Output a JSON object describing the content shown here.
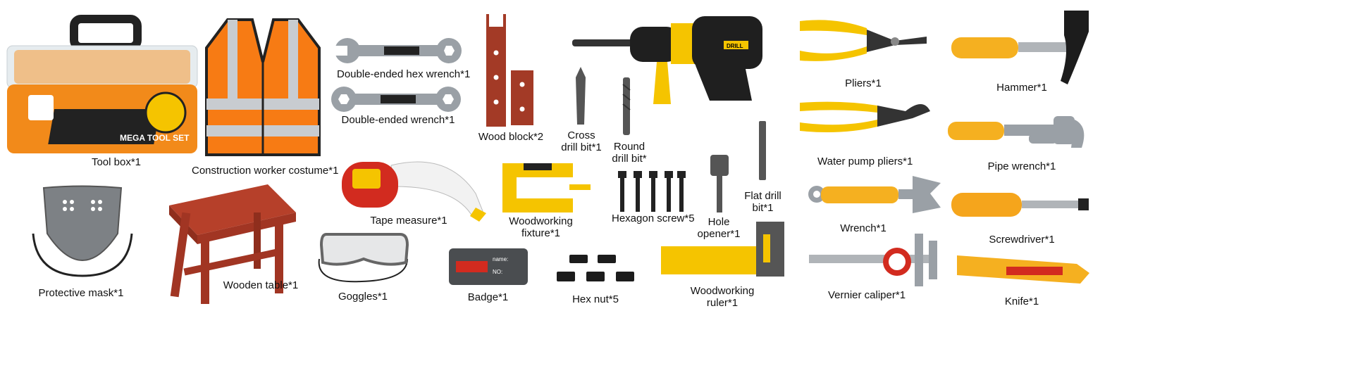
{
  "labels": {
    "toolbox": "Tool box*1",
    "vest": "Construction worker costume*1",
    "hex_wrench": "Double-ended hex wrench*1",
    "double_wrench": "Double-ended wrench*1",
    "wood_block": "Wood block*2",
    "cross_bit_1": "Cross",
    "cross_bit_2": "drill bit*1",
    "round_bit_1": "Round",
    "round_bit_2": "drill bit*",
    "pliers": "Pliers*1",
    "hammer": "Hammer*1",
    "water_pump": "Water pump pliers*1",
    "pipe_wrench": "Pipe wrench*1",
    "tape": "Tape measure*1",
    "fixture_1": "Woodworking",
    "fixture_2": "fixture*1",
    "hex_screw": "Hexagon screw*5",
    "hole_1": "Hole",
    "hole_2": "opener*1",
    "flat_bit_1": "Flat drill",
    "flat_bit_2": "bit*1",
    "wrench": "Wrench*1",
    "screwdriver": "Screwdriver*1",
    "mask": "Protective mask*1",
    "table": "Wooden table*1",
    "goggles": "Goggles*1",
    "badge": "Badge*1",
    "hex_nut": "Hex nut*5",
    "ruler_1": "Woodworking",
    "ruler_2": "ruler*1",
    "caliper": "Vernier caliper*1",
    "knife": "Knife*1"
  },
  "product_text": {
    "toolbox_brand": "MEGA TOOL SET",
    "badge_name": "name:",
    "badge_no": "NO:",
    "drill_brand": "DRILL"
  },
  "colors": {
    "orange": "#f28a1a",
    "yellow": "#f5c400",
    "gray": "#8a8f94",
    "wood": "#b6402a",
    "black": "#1c1c1c"
  }
}
